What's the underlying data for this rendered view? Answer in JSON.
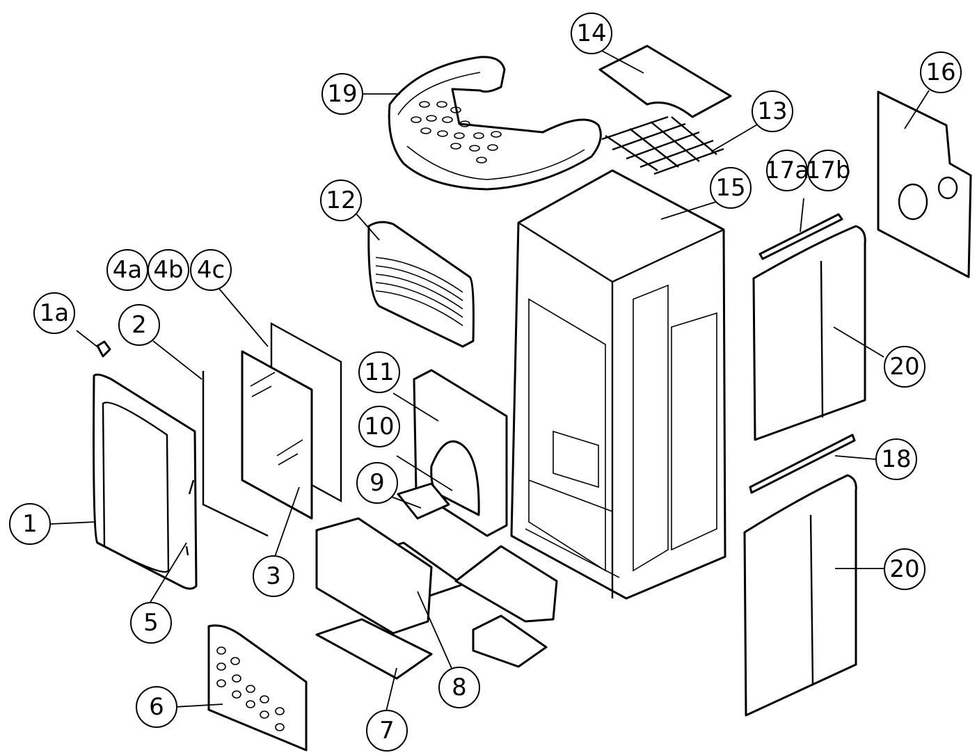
{
  "callouts": [
    {
      "id": "c1",
      "label": "1"
    },
    {
      "id": "c1a",
      "label": "1a"
    },
    {
      "id": "c2",
      "label": "2"
    },
    {
      "id": "c3",
      "label": "3"
    },
    {
      "id": "c4a",
      "label": "4a"
    },
    {
      "id": "c4b",
      "label": "4b"
    },
    {
      "id": "c4c",
      "label": "4c"
    },
    {
      "id": "c5",
      "label": "5"
    },
    {
      "id": "c6",
      "label": "6"
    },
    {
      "id": "c7",
      "label": "7"
    },
    {
      "id": "c8",
      "label": "8"
    },
    {
      "id": "c9",
      "label": "9"
    },
    {
      "id": "c10",
      "label": "10"
    },
    {
      "id": "c11",
      "label": "11"
    },
    {
      "id": "c12",
      "label": "12"
    },
    {
      "id": "c13",
      "label": "13"
    },
    {
      "id": "c14",
      "label": "14"
    },
    {
      "id": "c15",
      "label": "15"
    },
    {
      "id": "c16",
      "label": "16"
    },
    {
      "id": "c17a",
      "label": "17a"
    },
    {
      "id": "c17b",
      "label": "17b"
    },
    {
      "id": "c18",
      "label": "18"
    },
    {
      "id": "c19",
      "label": "19"
    },
    {
      "id": "c20a",
      "label": "20"
    },
    {
      "id": "c20b",
      "label": "20"
    }
  ]
}
